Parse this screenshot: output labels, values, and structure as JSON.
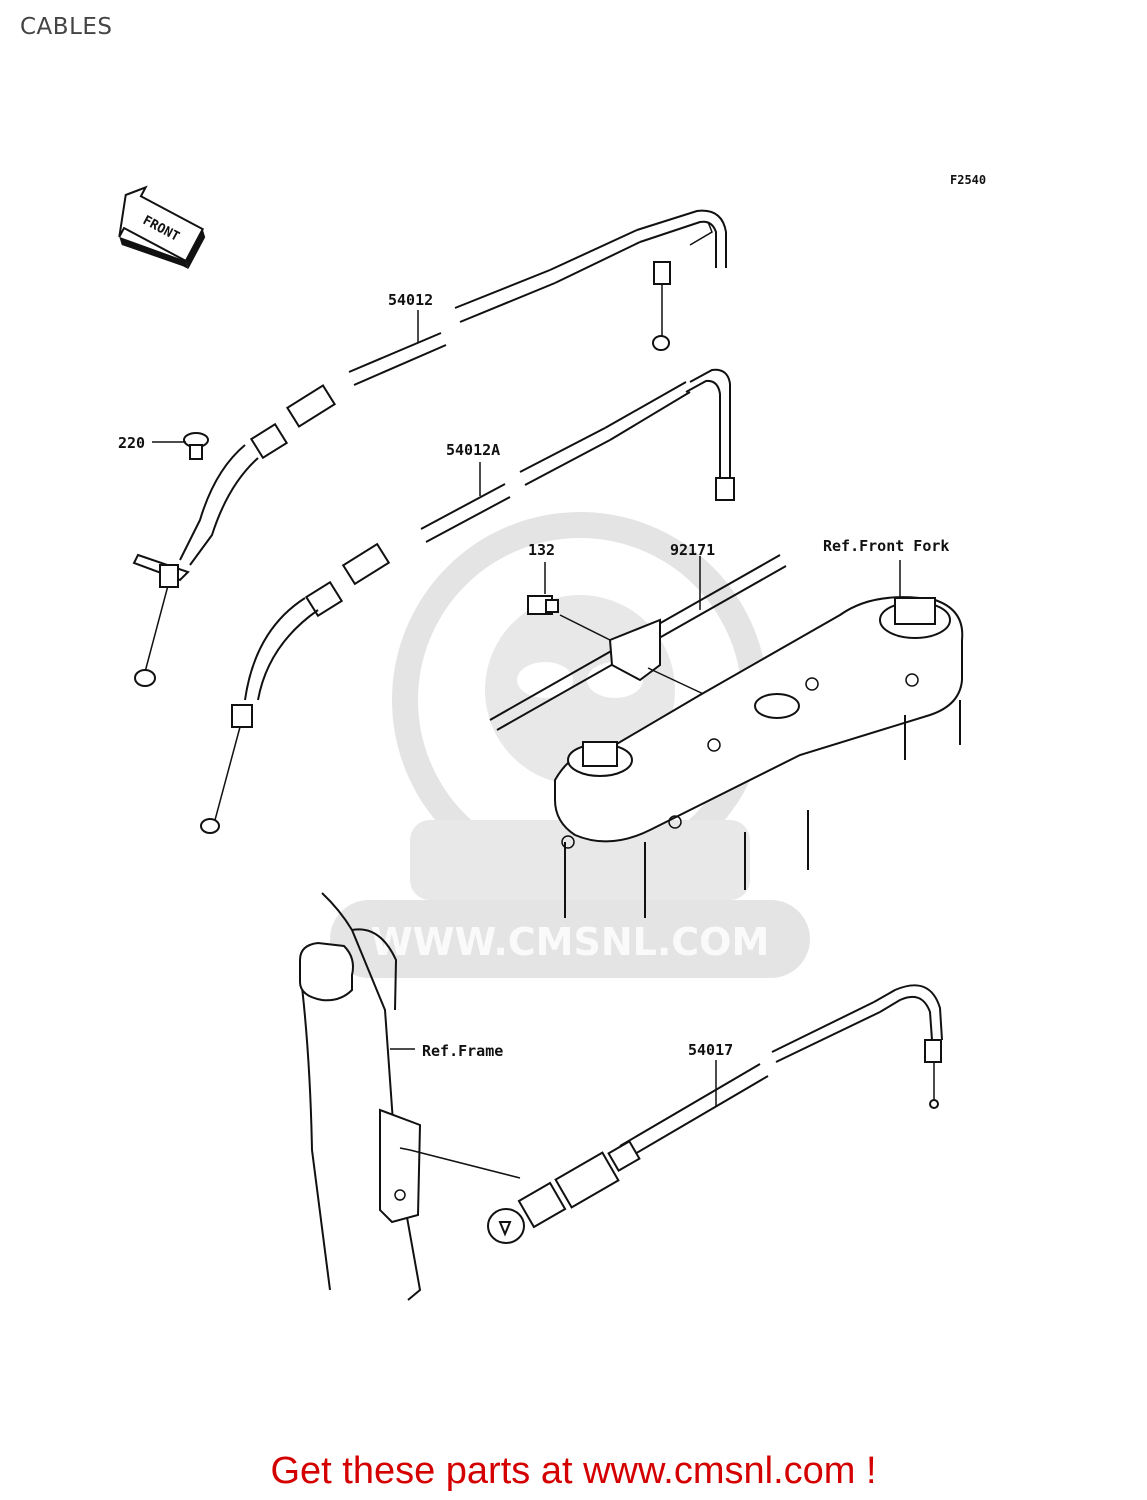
{
  "page": {
    "title": "CABLES"
  },
  "diagram": {
    "figure_code": "F2540",
    "front_label": "FRONT",
    "callouts": {
      "c54012": "54012",
      "c54012a": "54012A",
      "c220": "220",
      "c132": "132",
      "c92171": "92171",
      "ref_front_fork": "Ref.Front Fork",
      "ref_frame": "Ref.Frame",
      "c54017": "54017"
    },
    "watermark": "WWW.CMSNL.COM"
  },
  "promo": {
    "text": "Get these parts at www.cmsnl.com !"
  }
}
